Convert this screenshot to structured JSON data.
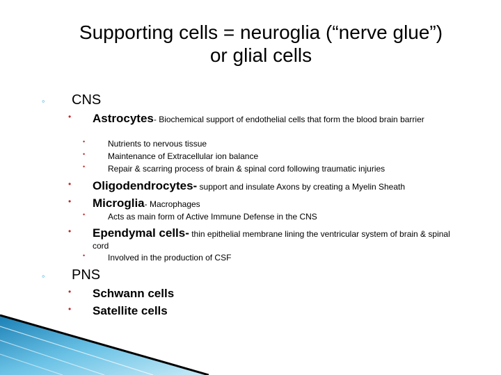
{
  "title": {
    "line1": "Supporting cells = neuroglia (“nerve glue”)",
    "line2": "or  glial cells"
  },
  "sections": [
    {
      "bullet": "◦",
      "label": "CNS",
      "items": [
        {
          "bullet": "•",
          "heading": "Astrocytes",
          "text": "- Biochemical support of endothelial cells that form the blood brain barrier",
          "subitems": [
            "Nutrients to nervous tissue",
            "Maintenance of Extracellular ion balance",
            "Repair & scarring process of brain & spinal cord following traumatic injuries"
          ]
        },
        {
          "bullet": "•",
          "heading": "Oligodendrocytes-",
          "text": " support and insulate Axons by creating a Myelin Sheath"
        },
        {
          "bullet": "•",
          "heading": "Microglia",
          "text": "- Macrophages",
          "subitems": [
            "Acts as main form of Active Immune Defense in the CNS"
          ]
        },
        {
          "bullet": "•",
          "heading": "Ependymal cells-",
          "text": " thin epithelial  membrane lining the ventricular system of brain & spinal cord",
          "subitems": [
            "Involved in the production of CSF"
          ]
        }
      ]
    },
    {
      "bullet": "◦",
      "label": "PNS",
      "items": [
        {
          "bullet": "•",
          "heading": "Schwann cells"
        },
        {
          "bullet": "•",
          "heading": "Satellite cells"
        }
      ]
    }
  ],
  "colors": {
    "sectionBullet": "#2aa8d8",
    "itemBullet": "#c0282d"
  }
}
